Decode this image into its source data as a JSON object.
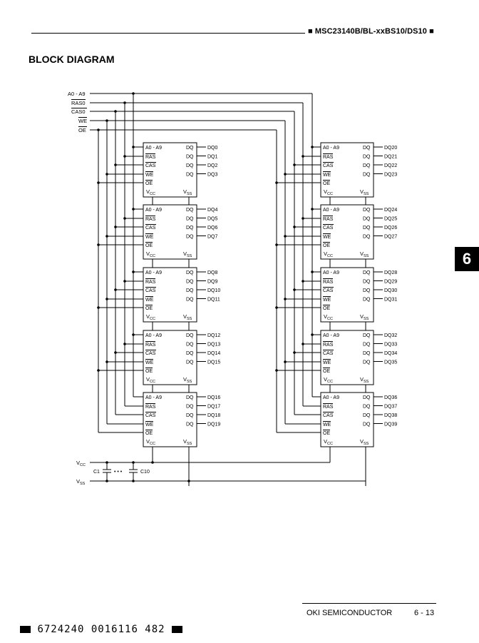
{
  "header": {
    "title": "■ MSC23140B/BL-xxBS10/DS10 ■"
  },
  "section_title": "BLOCK DIAGRAM",
  "side_tab": "6",
  "diagram": {
    "inputs": {
      "addr": "A0 - A9",
      "ras": "RAS0",
      "cas": "CAS0",
      "we": "WE",
      "oe": "OE"
    },
    "chip_pins": {
      "addr": "A0 - A9",
      "ras": "RAS",
      "cas": "CAS",
      "we": "WE",
      "oe": "OE",
      "dq": "DQ",
      "vcc": "V",
      "vcc_sub": "CC",
      "vss": "V",
      "vss_sub": "SS"
    },
    "left_column_outputs": [
      [
        "DQ0",
        "DQ1",
        "DQ2",
        "DQ3"
      ],
      [
        "DQ4",
        "DQ5",
        "DQ6",
        "DQ7"
      ],
      [
        "DQ8",
        "DQ9",
        "DQ10",
        "DQ11"
      ],
      [
        "DQ12",
        "DQ13",
        "DQ14",
        "DQ15"
      ],
      [
        "DQ16",
        "DQ17",
        "DQ18",
        "DQ19"
      ]
    ],
    "right_column_outputs": [
      [
        "DQ20",
        "DQ21",
        "DQ22",
        "DQ23"
      ],
      [
        "DQ24",
        "DQ25",
        "DQ26",
        "DQ27"
      ],
      [
        "DQ28",
        "DQ29",
        "DQ30",
        "DQ31"
      ],
      [
        "DQ32",
        "DQ33",
        "DQ34",
        "DQ35"
      ],
      [
        "DQ36",
        "DQ37",
        "DQ38",
        "DQ39"
      ]
    ],
    "power": {
      "vcc": "V",
      "vcc_sub": "CC",
      "vss": "V",
      "vss_sub": "SS",
      "c_first": "C1",
      "c_dots": "• • •",
      "c_last": "C10"
    }
  },
  "footer": {
    "company": "OKI SEMICONDUCTOR",
    "page": "6 - 13",
    "barcode": "6724240 0016116 482"
  }
}
